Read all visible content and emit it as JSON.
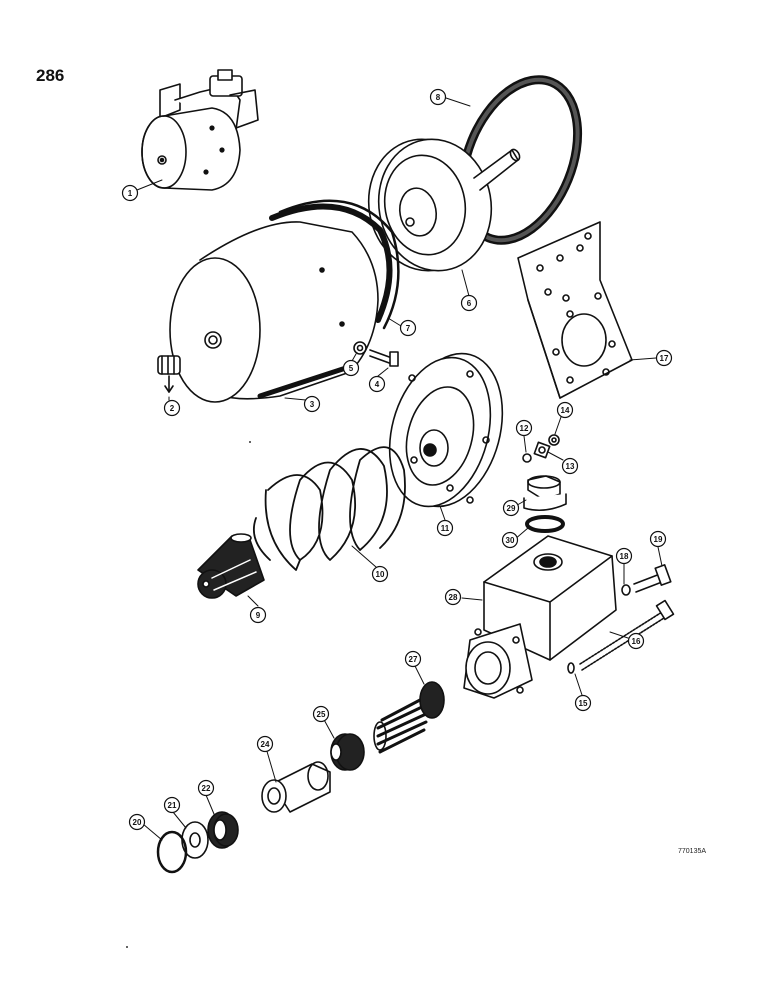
{
  "page": {
    "number": "286",
    "drawing_code": "770135A"
  },
  "callouts": [
    {
      "id": "1",
      "label": "1"
    },
    {
      "id": "2",
      "label": "2"
    },
    {
      "id": "3",
      "label": "3"
    },
    {
      "id": "4",
      "label": "4"
    },
    {
      "id": "5",
      "label": "5"
    },
    {
      "id": "6",
      "label": "6"
    },
    {
      "id": "7",
      "label": "7"
    },
    {
      "id": "8",
      "label": "8"
    },
    {
      "id": "9",
      "label": "9"
    },
    {
      "id": "10",
      "label": "10"
    },
    {
      "id": "11",
      "label": "11"
    },
    {
      "id": "12",
      "label": "12"
    },
    {
      "id": "13",
      "label": "13"
    },
    {
      "id": "14",
      "label": "14"
    },
    {
      "id": "15",
      "label": "15"
    },
    {
      "id": "16",
      "label": "16"
    },
    {
      "id": "17",
      "label": "17"
    },
    {
      "id": "18",
      "label": "18"
    },
    {
      "id": "19",
      "label": "19"
    },
    {
      "id": "20",
      "label": "20"
    },
    {
      "id": "21",
      "label": "21"
    },
    {
      "id": "22",
      "label": "22"
    },
    {
      "id": "24",
      "label": "24"
    },
    {
      "id": "25",
      "label": "25"
    },
    {
      "id": "27",
      "label": "27"
    },
    {
      "id": "28",
      "label": "28"
    },
    {
      "id": "29",
      "label": "29"
    },
    {
      "id": "30",
      "label": "30"
    }
  ]
}
